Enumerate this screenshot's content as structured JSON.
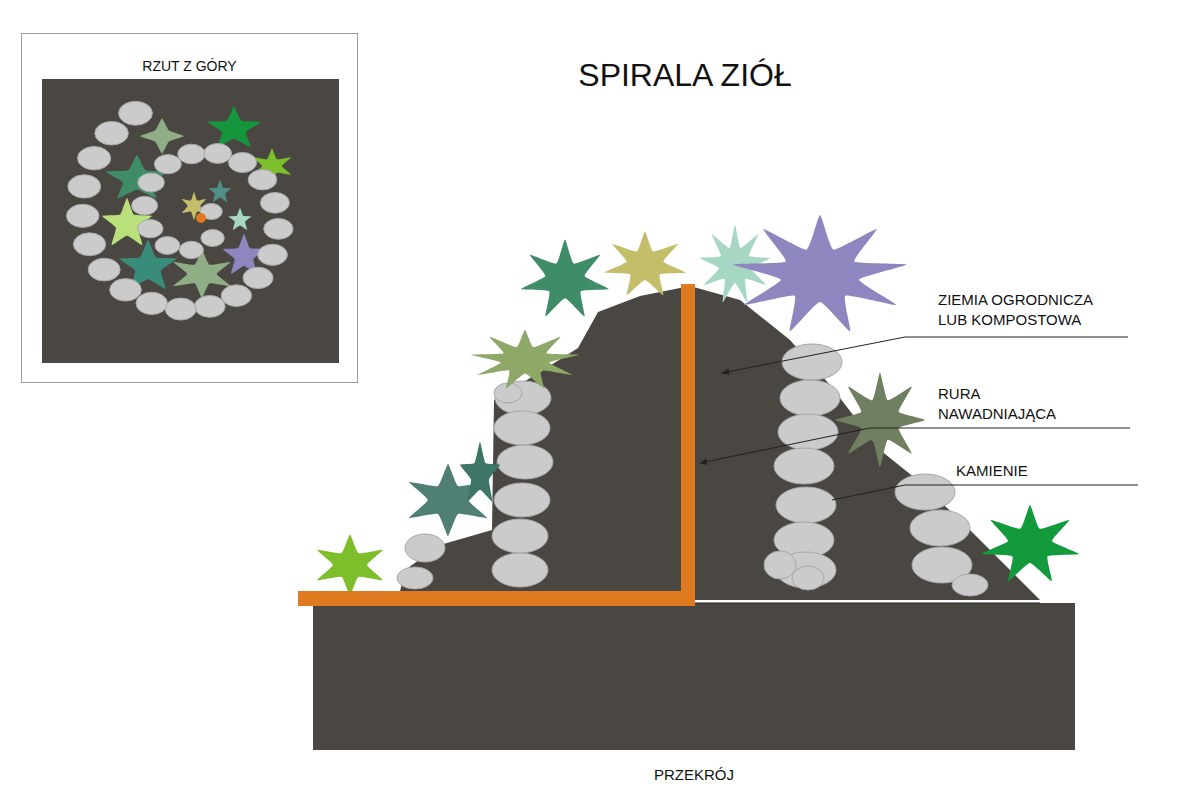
{
  "diagram": {
    "title": "SPIRALA ZIÓŁ",
    "nodes": [
      {
        "text": [
          "RZUT Z GÓRY"
        ]
      }
    ],
    "labels": [
      "ZIEMIA OGRODNICZA LUB KOMPOSTOWA",
      "RURA NAWADNIAJĄCA",
      "KAMIENIE",
      "PRZEKRÓJ"
    ]
  }
}
